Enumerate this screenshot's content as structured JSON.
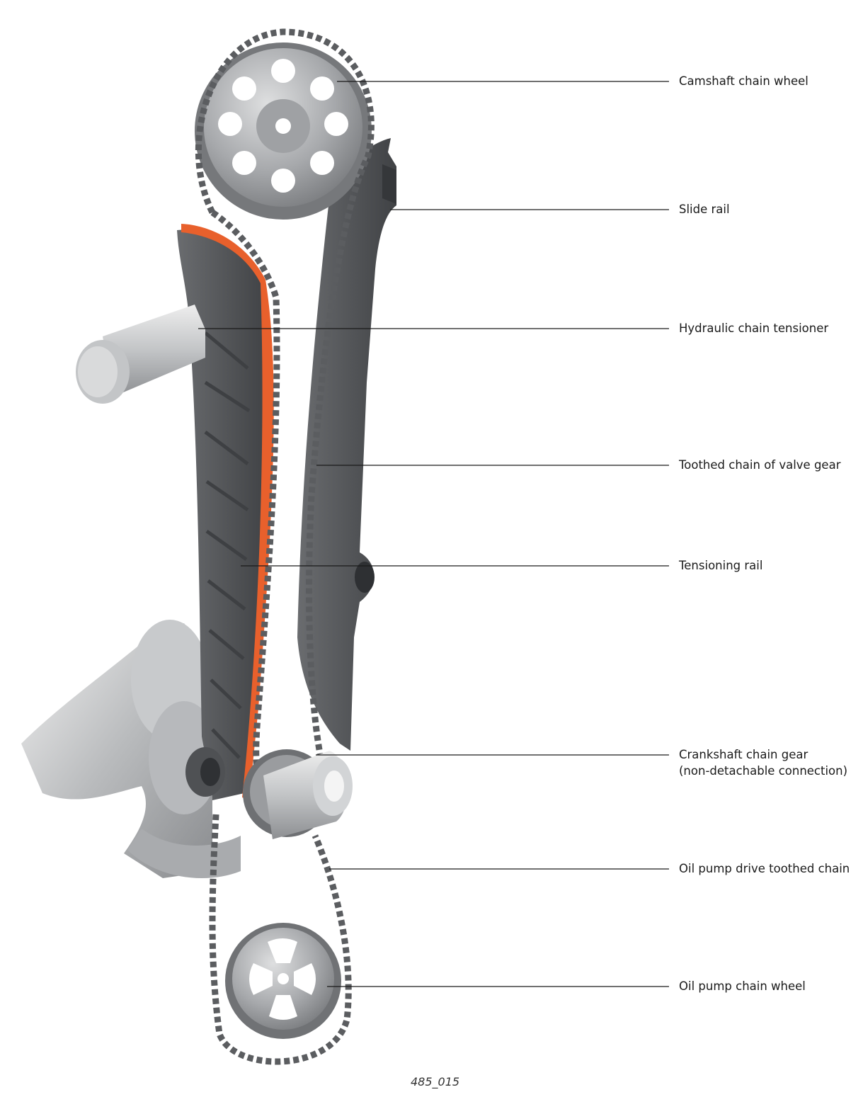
{
  "labels": {
    "camshaft_chain_wheel": "Camshaft chain wheel",
    "slide_rail": "Slide rail",
    "hydraulic_chain_tensioner": "Hydraulic chain tensioner",
    "toothed_chain_valve_gear": "Toothed chain of valve gear",
    "tensioning_rail": "Tensioning rail",
    "crankshaft_chain_gear_line1": "Crankshaft chain gear",
    "crankshaft_chain_gear_line2": "(non-detachable connection)",
    "oil_pump_drive_chain": "Oil pump drive toothed chain",
    "oil_pump_chain_wheel": "Oil pump chain wheel"
  },
  "figure_id": "485_015",
  "colors": {
    "steel_light": "#c9cbcd",
    "steel_mid": "#9a9c9f",
    "steel_dark": "#6f7174",
    "rail_dark": "#56585b",
    "tensioner_accent": "#e8602c"
  }
}
